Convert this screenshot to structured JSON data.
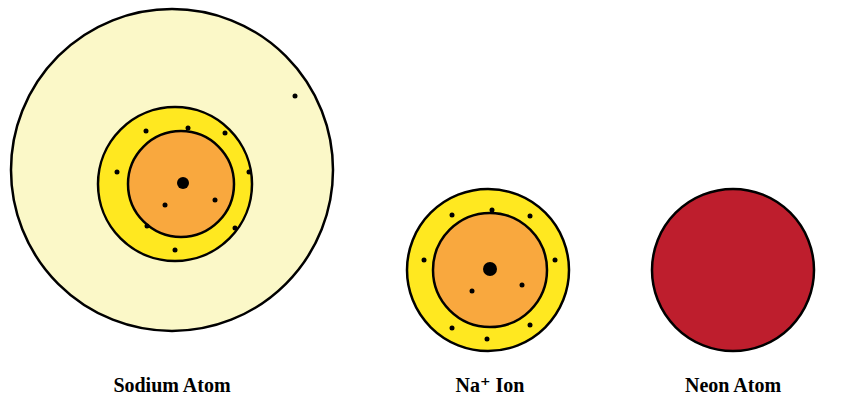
{
  "diagram": {
    "labels": [
      "Sodium Atom",
      "Na⁺ Ion",
      "Neon Atom"
    ]
  }
}
